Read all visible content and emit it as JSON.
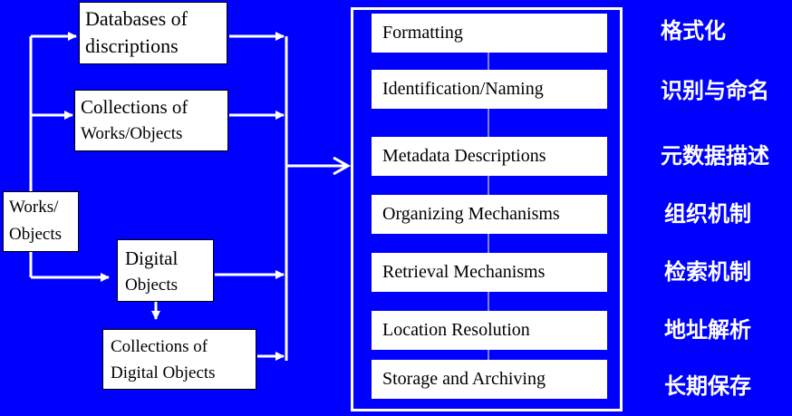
{
  "sources": {
    "databases": [
      "Databases  of",
      "discriptions"
    ],
    "collections": [
      "Collections of",
      "Works/Objects"
    ],
    "works": [
      "Works/",
      "Objects"
    ],
    "digital": [
      "Digital",
      "Objects"
    ],
    "digital_collections": [
      "Collections of",
      "Digital Objects"
    ]
  },
  "steps": [
    {
      "en": "Formatting",
      "zh": "格式化"
    },
    {
      "en": "Identification/Naming",
      "zh": "识别与命名"
    },
    {
      "en": "Metadata Descriptions",
      "zh": "元数据描述"
    },
    {
      "en": "Organizing Mechanisms",
      "zh": "组织机制"
    },
    {
      "en": "Retrieval Mechanisms",
      "zh": "检索机制"
    },
    {
      "en": "Location Resolution",
      "zh": "地址解析"
    },
    {
      "en": "Storage and Archiving",
      "zh": "长期保存"
    }
  ]
}
